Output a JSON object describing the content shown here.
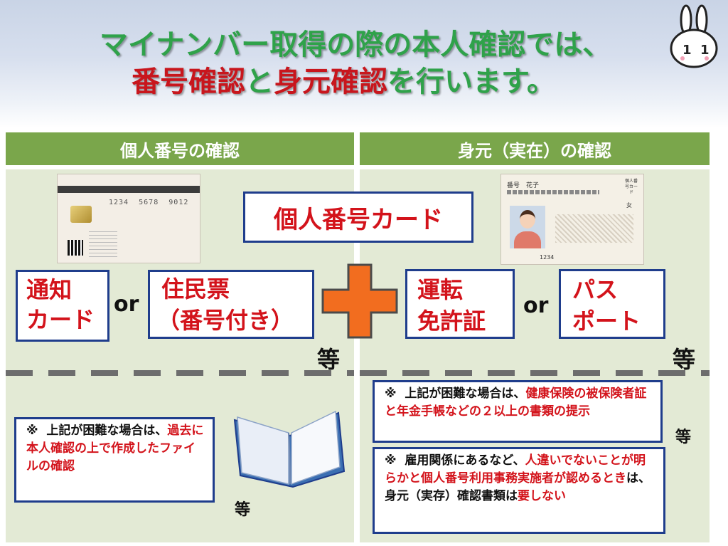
{
  "title": {
    "line1": "マイナンバー取得の際の本人確認では、",
    "line2_part1": "番号確認",
    "line2_part2": "と",
    "line2_part3": "身元確認",
    "line2_part4": "を行います。"
  },
  "left_header": "個人番号の確認",
  "right_header": "身元（実在）の確認",
  "center_card": "個人番号カード",
  "notice_card": {
    "line1": "通知",
    "line2": "カード"
  },
  "or_label": "or",
  "juminhyo": {
    "line1": "住民票",
    "line2": "（番号付き）"
  },
  "license": {
    "line1": "運転",
    "line2": "免許証"
  },
  "passport": {
    "line1": "パス",
    "line2": "ポート"
  },
  "etc_label": "等",
  "left_note": {
    "mark": "※",
    "text1": "上記が困難な場合は、",
    "text2": "過去に本人確認の上で作成したファイルの確認"
  },
  "right_note1": {
    "mark": "※",
    "text1": "上記が困難な場合は、",
    "text2": "健康保険の被保険者証と年金手帳などの２以上の書類の提示"
  },
  "right_note2": {
    "mark": "※",
    "text1": "雇用関係にあるなど、",
    "text2": "人違いでないことが明らかと個人番号利用事務実施者が認めるとき",
    "text3": "は、身元（実存）確認書類は",
    "text4": "要しない"
  },
  "back_card": {
    "numbers": [
      "1234",
      "5678",
      "9012"
    ]
  },
  "front_card": {
    "name": "番号　花子",
    "type_label": "個人番号カード",
    "sex": "女",
    "number": "1234"
  },
  "colors": {
    "header_green": "#7aa64b",
    "panel_bg": "#e3ead5",
    "box_border": "#1f3d8c",
    "accent_red": "#d3131b",
    "plus_orange": "#f26d1f",
    "title_green": "#2fa24a"
  },
  "icons": [
    "mynumber-rabbit-logo",
    "ic-card-back",
    "ic-card-front",
    "plus-icon",
    "open-book-icon"
  ]
}
